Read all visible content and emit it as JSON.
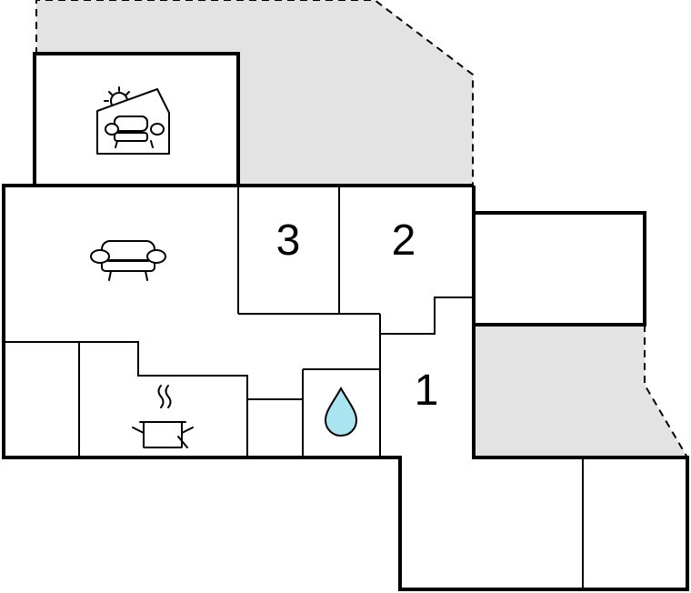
{
  "floorplan": {
    "room_numbers": {
      "room_3": "3",
      "room_2": "2",
      "room_1": "1"
    },
    "colors": {
      "wall": "#000000",
      "terrace_fill": "#e3e3e3",
      "water_drop": "#a9e4f0"
    },
    "icons": [
      "sun-room-sofa-icon",
      "sofa-icon",
      "cooking-pot-icon",
      "water-drop-icon"
    ]
  }
}
